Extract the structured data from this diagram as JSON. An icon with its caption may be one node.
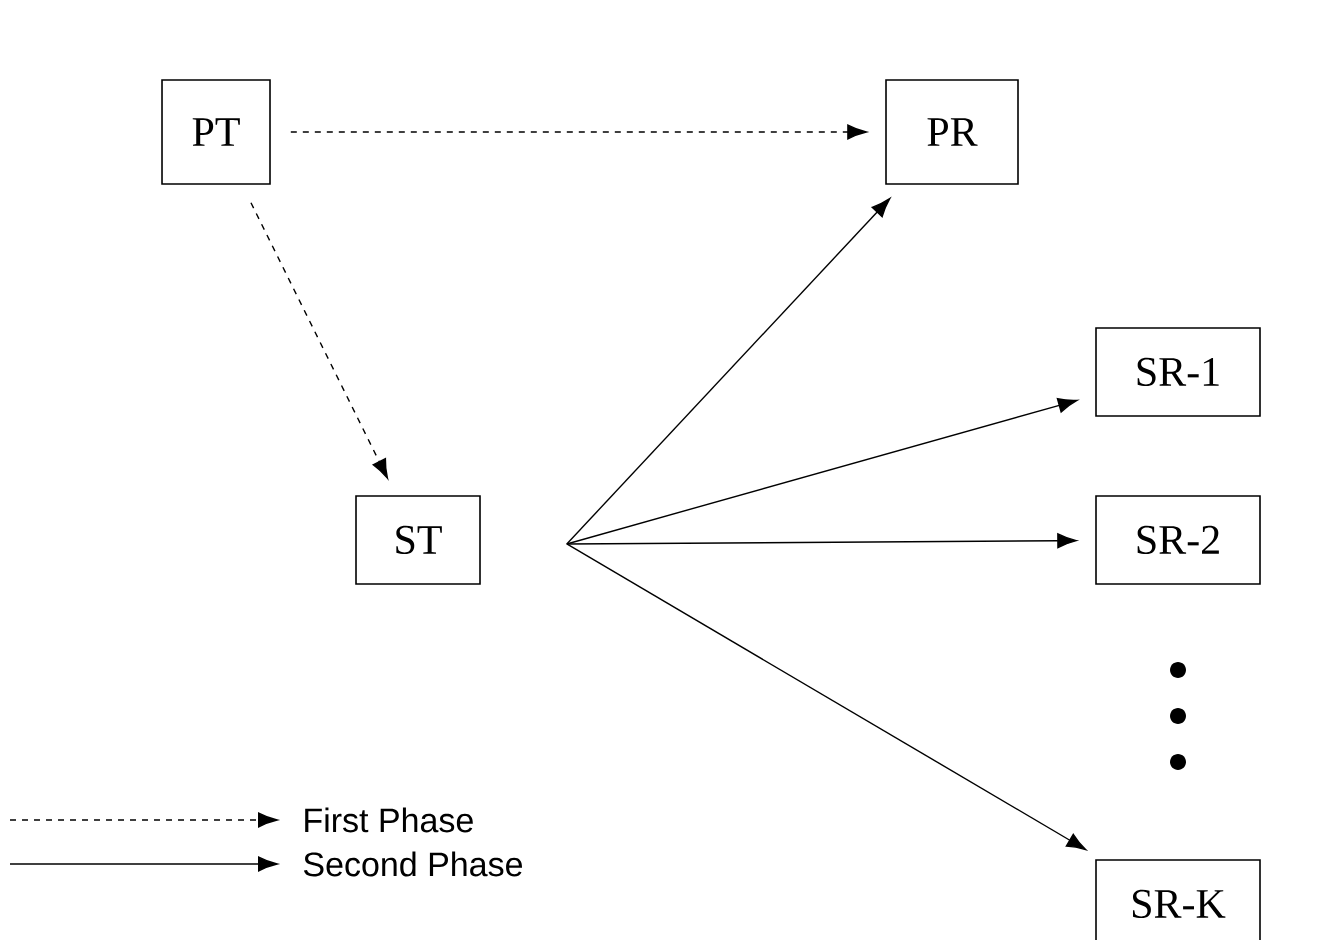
{
  "diagram": {
    "nodes": [
      {
        "text": [
          "PT"
        ]
      },
      {
        "text": [
          "PR"
        ]
      },
      {
        "text": [
          "SR-1"
        ]
      },
      {
        "text": [
          "ST"
        ]
      },
      {
        "text": [
          "SR-2"
        ]
      },
      {
        "text": [
          "SR-K"
        ]
      }
    ],
    "edges": [
      {
        "from": 0,
        "to": 1,
        "arrow": "to",
        "style": "dashed"
      },
      {
        "from": 0,
        "to": 3,
        "arrow": "to",
        "style": "dashed"
      },
      {
        "from": 3,
        "to": 1,
        "arrow": "to"
      },
      {
        "from": 3,
        "to": 2,
        "arrow": "to"
      },
      {
        "from": 3,
        "to": 4,
        "arrow": "to"
      },
      {
        "from": 3,
        "to": 5,
        "arrow": "to"
      }
    ],
    "legend": [
      {
        "text": "First Phase"
      },
      {
        "text": "Second Phase"
      }
    ]
  }
}
